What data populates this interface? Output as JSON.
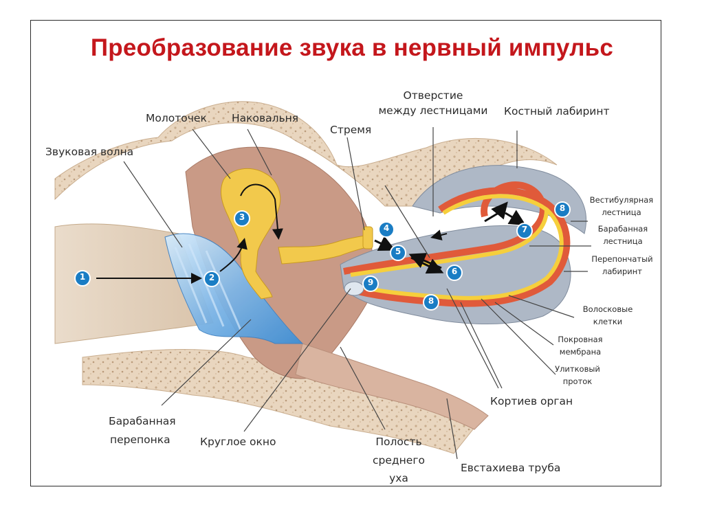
{
  "title": "Преобразование звука в нервный импульс",
  "labels": {
    "molotochek": "Молоточек",
    "nakovalnya": "Наковальня",
    "zvukovaya_volna": "Звуковая волна",
    "stremya": "Стремя",
    "otverstie_1": "Отверстие",
    "otverstie_2": "между лестницами",
    "kostny_labirint": "Костный лабиринт",
    "vestibulyarnaya_1": "Вестибулярная",
    "vestibulyarnaya_2": "лестница",
    "barabannaya_lestnitsa_1": "Барабанная",
    "barabannaya_lestnitsa_2": "лестница",
    "pereponchaty_1": "Перепончатый",
    "pereponchaty_2": "лабиринт",
    "volosovye_1": "Волосковые",
    "volosovye_2": "клетки",
    "pokrovnaya_1": "Покровная",
    "pokrovnaya_2": "мембрана",
    "ulitkovy_1": "Улитковый",
    "ulitkovy_2": "проток",
    "kortiev_organ": "Кортиев орган",
    "barabannaya_pereponka_1": "Барабанная",
    "barabannaya_pereponka_2": "перепонка",
    "krugloe_okno": "Круглое окно",
    "polost_1": "Полость",
    "polost_2": "среднего",
    "polost_3": "уха",
    "evstakhieva": "Евстахиева труба"
  },
  "steps": [
    "1",
    "2",
    "3",
    "4",
    "5",
    "6",
    "7",
    "8",
    "8",
    "9"
  ],
  "colors": {
    "title": "#c4171c",
    "step_badge": "#1a7dc4",
    "bone": "#ead9c4",
    "middle_ear": "#c99a86",
    "ossicles": "#f2c94c",
    "cochlea_outer": "#aeb8c6",
    "cochlea_red": "#e05a3a",
    "cochlea_yellow": "#f6cf3c",
    "eardrum": "#7fb6e6"
  }
}
